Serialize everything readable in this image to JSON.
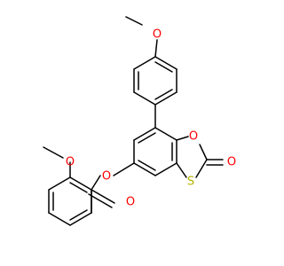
{
  "atoms": [
    {
      "id": "o_top_methoxy",
      "symbol": "O",
      "color": "#ff0000"
    },
    {
      "id": "o_ring",
      "symbol": "O",
      "color": "#ff0000"
    },
    {
      "id": "o_carbonyl_ring",
      "symbol": "O",
      "color": "#ff0000"
    },
    {
      "id": "s_ring",
      "symbol": "S",
      "color": "#b3b300"
    },
    {
      "id": "o_ester_link",
      "symbol": "O",
      "color": "#ff0000"
    },
    {
      "id": "o_left_methoxy",
      "symbol": "O",
      "color": "#ff0000"
    },
    {
      "id": "o_ester_carbonyl",
      "symbol": "O",
      "color": "#ff0000"
    }
  ],
  "colors": {
    "bond": "#000000",
    "oxygen": "#ff0000",
    "sulfur": "#b3b300",
    "background": "#ffffff"
  }
}
